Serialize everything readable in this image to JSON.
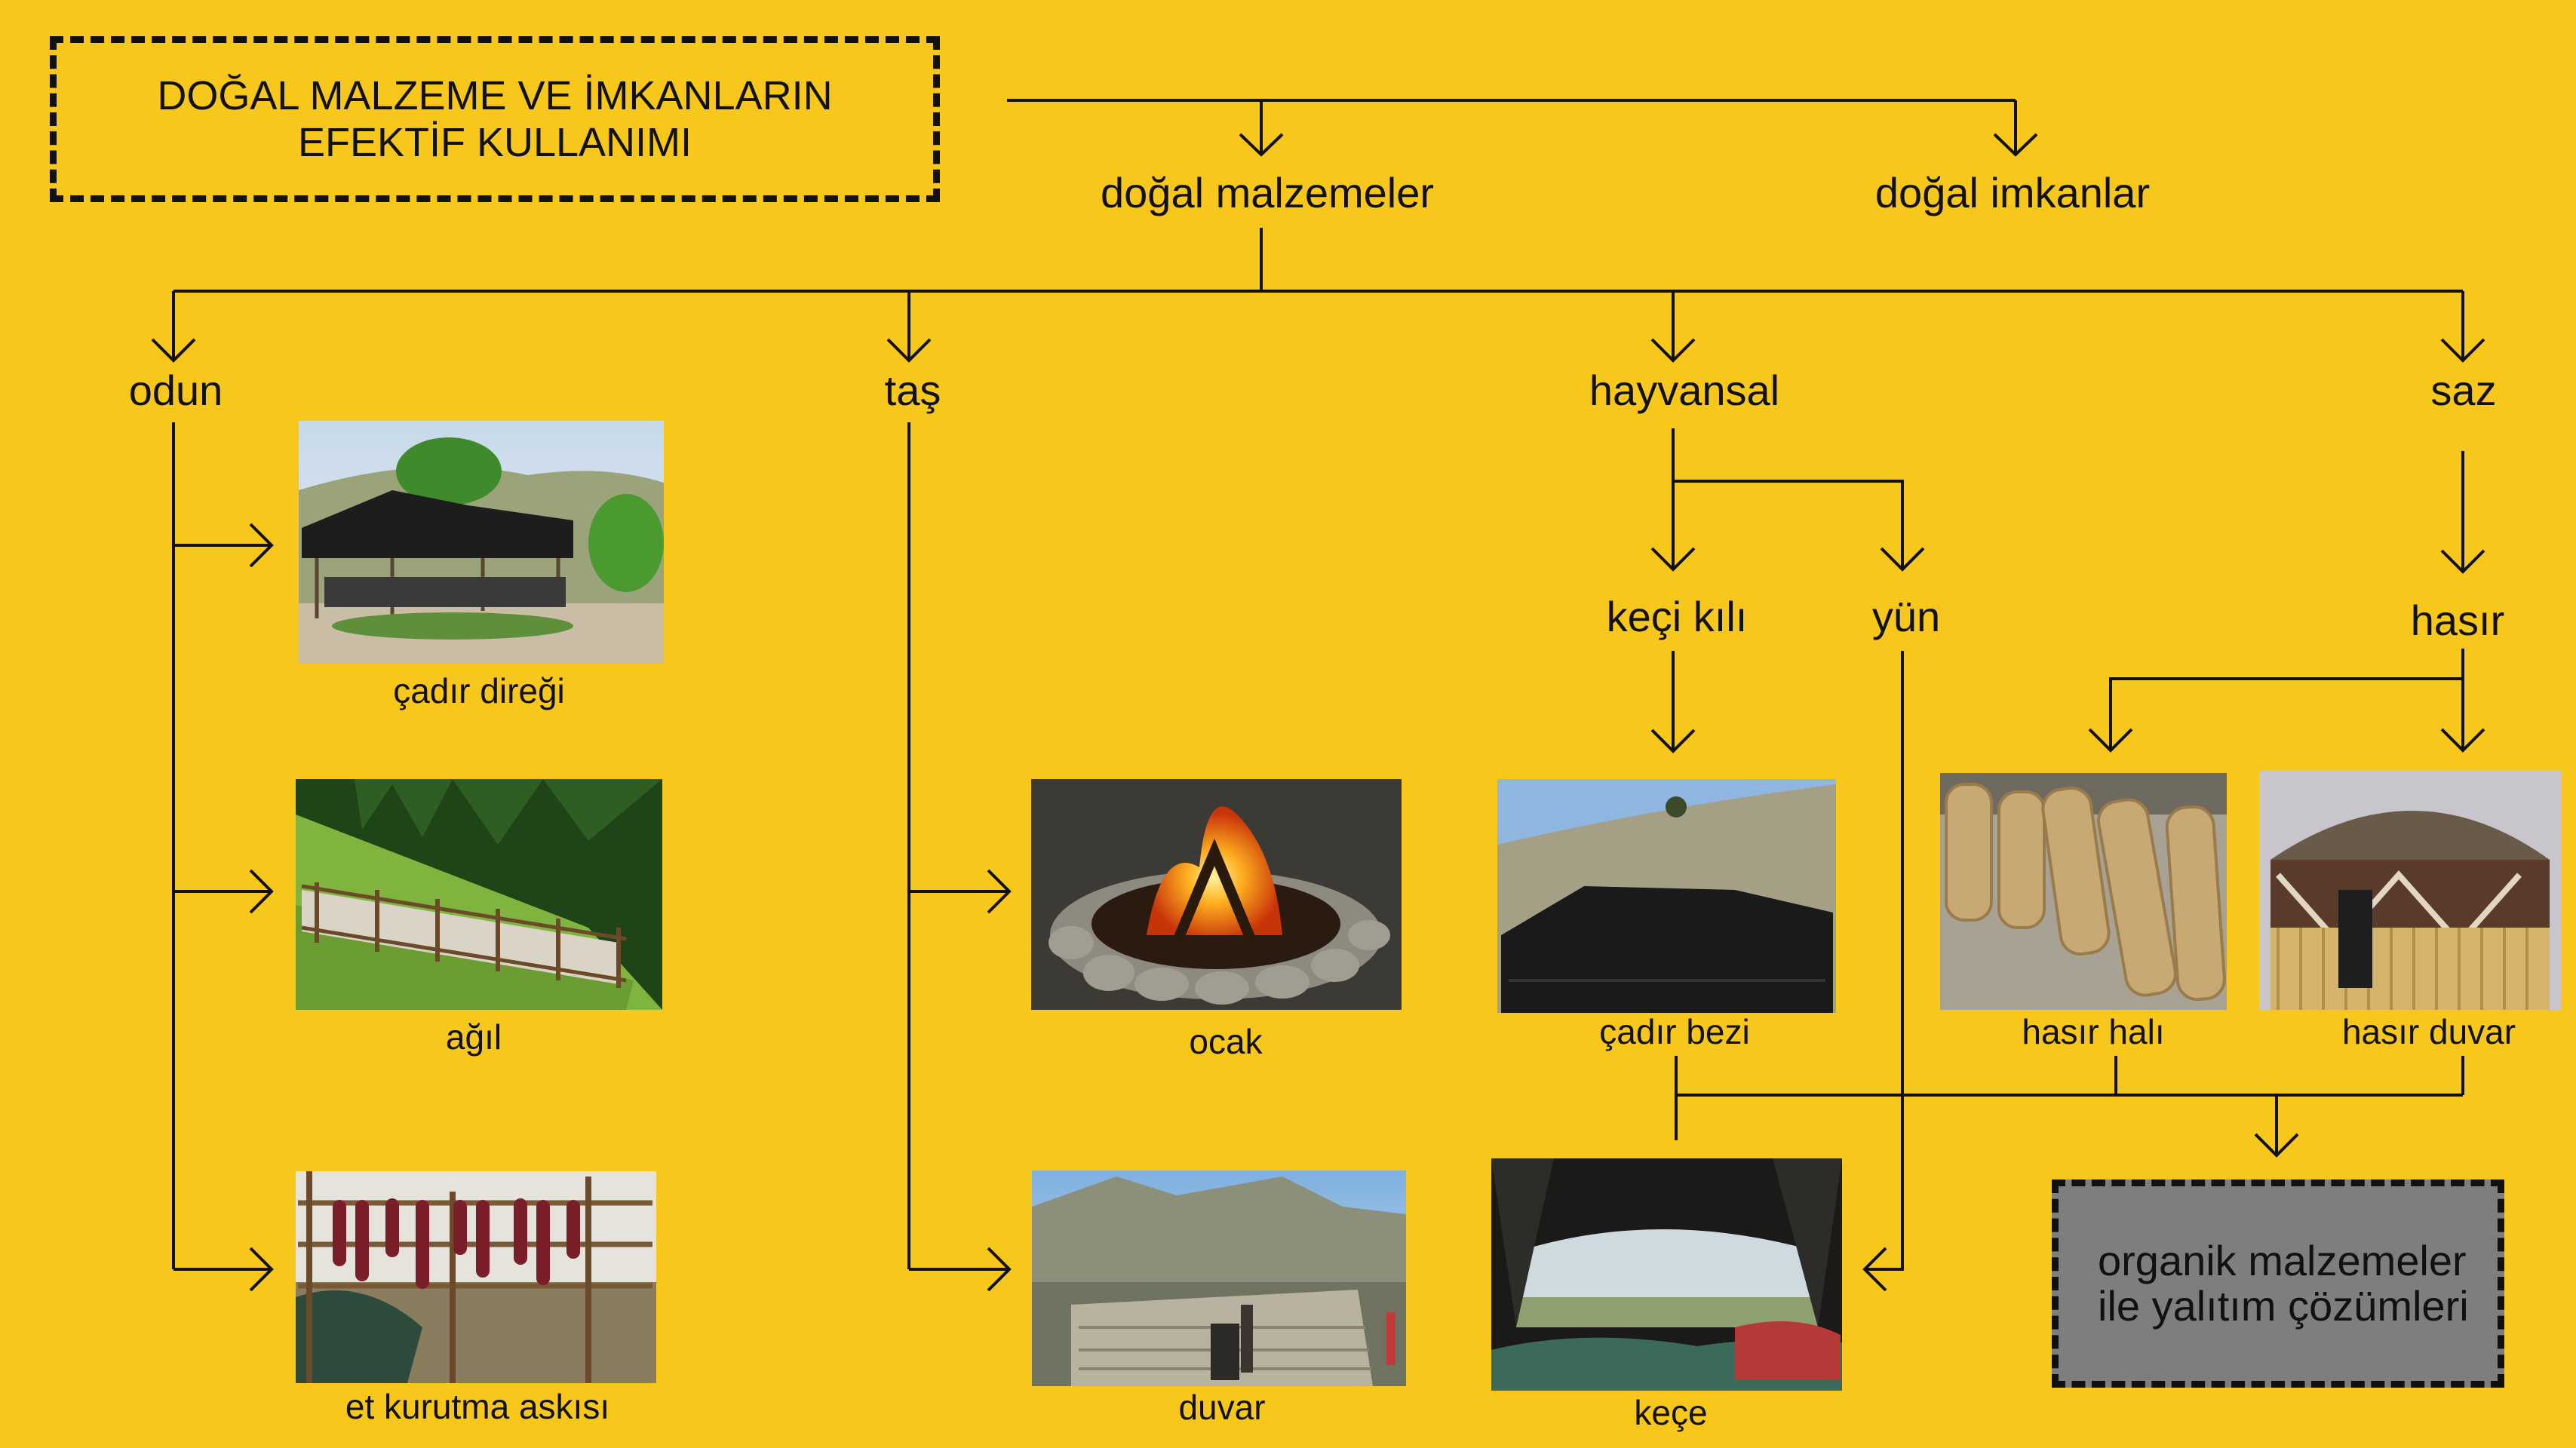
{
  "title": {
    "line1": "DOĞAL MALZEME VE İMKANLARIN",
    "line2": "EFEKTİF KULLANIMI"
  },
  "categories": {
    "natural_materials": "doğal malzemeler",
    "natural_possibilities": "doğal imkanlar"
  },
  "materials": {
    "wood": "odun",
    "stone": "taş",
    "animal": "hayvansal",
    "reed": "saz"
  },
  "animal_sub": {
    "goat_hair": "keçi kılı",
    "wool": "yün"
  },
  "reed_sub": {
    "mat": "hasır"
  },
  "photo_captions": {
    "tent_pole": "çadır direği",
    "pen": "ağıl",
    "meat_rack": "et kurutma askısı",
    "hearth": "ocak",
    "wall": "duvar",
    "tent_cloth": "çadır bezi",
    "felt": "keçe",
    "mat_rug": "hasır halı",
    "mat_wall": "hasır duvar"
  },
  "result": {
    "line1": "organik malzemeler",
    "line2": "ile yalıtım çözümleri"
  },
  "colors": {
    "background": "#F8C71C",
    "line": "#111111",
    "result_box": "#7E7E7E"
  }
}
